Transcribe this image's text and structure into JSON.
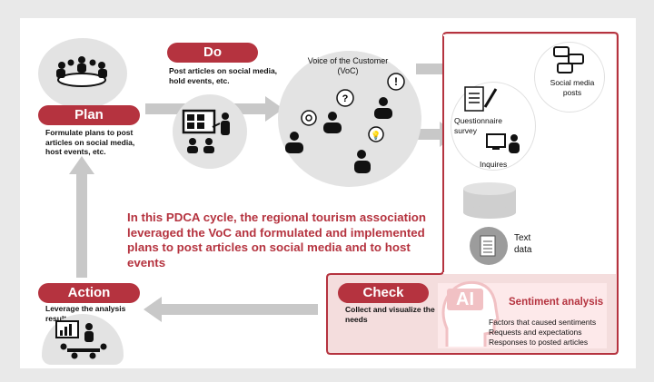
{
  "colors": {
    "accent": "#b5333f",
    "panel_border": "#b5333f",
    "arrow": "#c8c8c8",
    "circle_gray": "#e3e3e3",
    "check_bg": "#f4dddd"
  },
  "plan": {
    "label": "Plan",
    "desc": "Formulate plans to post articles on social media, host events, etc.",
    "icon": "meeting-icon"
  },
  "do": {
    "label": "Do",
    "desc": "Post articles on social media, hold events, etc.",
    "icon": "presentation-icon"
  },
  "voc": {
    "title": "Voice of the Customer (VoC)",
    "icons": [
      "thinking-person-icon",
      "question-person-icon",
      "exclamation-person-icon",
      "idea-person-icon",
      "gear-person-icon"
    ]
  },
  "sources": {
    "social": "Social media posts",
    "questionnaire": "Questionnaire survey",
    "inquiries": "Inquires",
    "text_data": "Text data"
  },
  "check": {
    "label": "Check",
    "desc": "Collect and visualize the needs"
  },
  "sentiment": {
    "title": "Sentiment analysis",
    "ai_label": "AI",
    "items": [
      "Factors that caused sentiments",
      "Requests and expectations",
      "Responses to posted articles"
    ]
  },
  "action": {
    "label": "Action",
    "desc": "Leverage the analysis results",
    "icon": "analysis-meeting-icon"
  },
  "message": "In this PDCA cycle, the regional tourism association leveraged the VoC and formulated and implemented plans to post articles on social media and to host events"
}
